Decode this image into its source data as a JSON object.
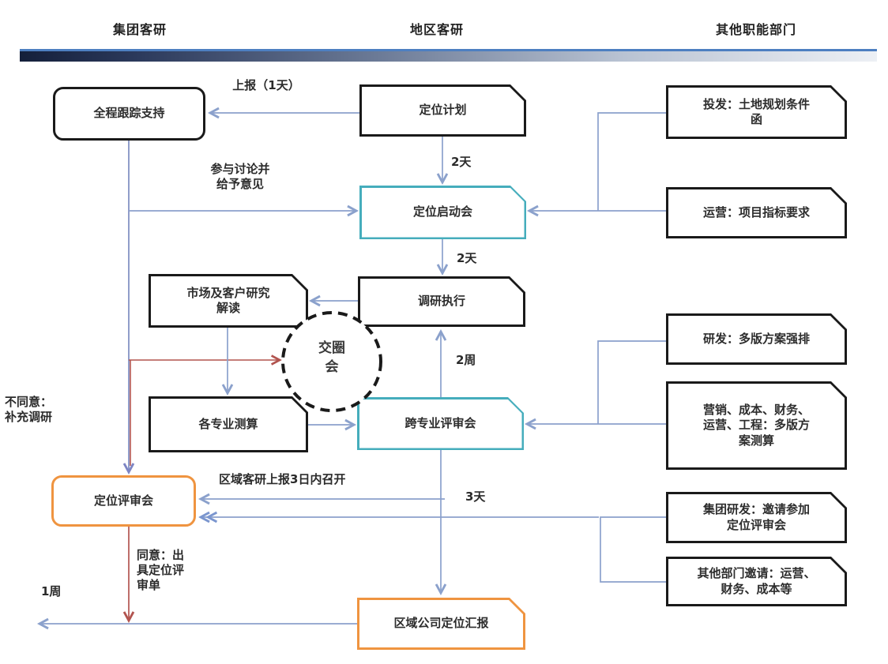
{
  "lanes": {
    "group": "集团客研",
    "region": "地区客研",
    "other": "其他职能部门"
  },
  "nodes": {
    "track_support": "全程跟踪支持",
    "positioning_plan": "定位计划",
    "kickoff_meeting": "定位启动会",
    "research_exec": "调研执行",
    "market_interpret": "市场及客户研究\n解读",
    "circle_meeting": "交圈\n会",
    "specialty_calc": "各专业测算",
    "cross_review": "跨专业评审会",
    "positioning_review": "定位评审会",
    "regional_report": "区域公司定位汇报",
    "invest_dept": "投发：土地规划条件\n函",
    "operations_dept": "运营：项目指标要求",
    "rd_dept": "研发：多版方案强排",
    "marketing_dept": "营销、成本、财务、\n运营、工程：多版方\n案测算",
    "group_rd": "集团研发：邀请参加\n定位评审会",
    "other_invite": "其他部门邀请：运营、\n财务、成本等"
  },
  "edge_labels": {
    "report_1day": "上报（1天）",
    "days2_a": "2天",
    "days2_b": "2天",
    "weeks2": "2周",
    "days3": "3天",
    "week1": "1周",
    "participate": "参与讨论并\n给予意见",
    "disagree": "不同意：\n补充调研",
    "agree": "同意：出\n具定位评\n审单",
    "convene": "区域客研上报3日内召开"
  },
  "colors": {
    "line_blue": "#8ba1cc",
    "line_red": "#b2544f",
    "teal_border": "#45adbc",
    "orange_border": "#ef9440",
    "black_border": "#1a1a1a",
    "divider_top": "#4d7fc1"
  }
}
